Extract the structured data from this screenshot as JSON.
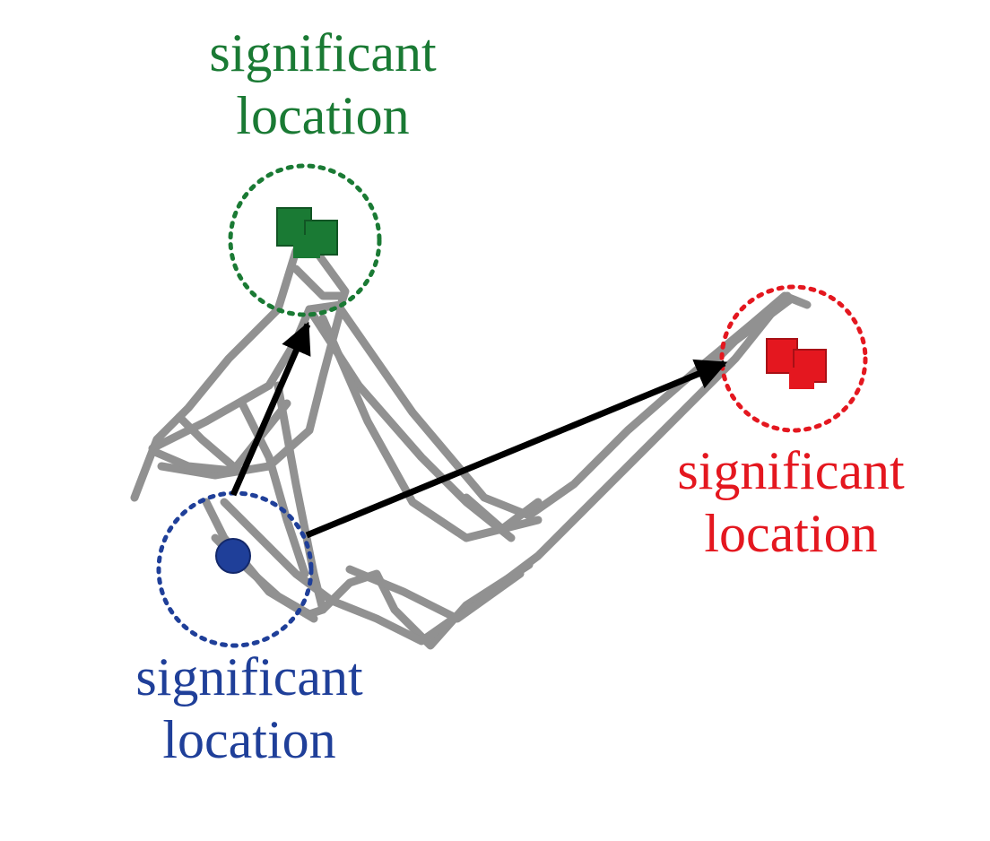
{
  "colors": {
    "green": "#1a7a34",
    "red": "#e4171f",
    "blue": "#1f3f99",
    "trajectory": "#8c8c8c",
    "arrow": "#000000"
  },
  "labels": {
    "green": {
      "line1": "significant",
      "line2": "location"
    },
    "red": {
      "line1": "significant",
      "line2": "location"
    },
    "blue": {
      "line1": "significant",
      "line2": "location"
    }
  },
  "icons": {
    "green_marker": "square-cluster",
    "red_marker": "square-cluster",
    "blue_marker": "circle"
  }
}
